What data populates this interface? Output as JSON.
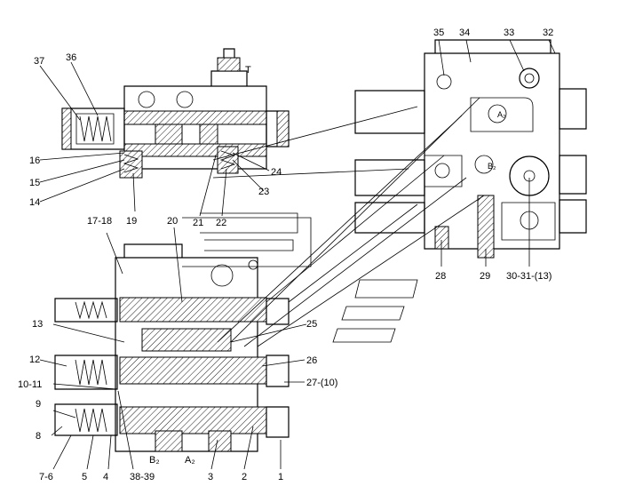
{
  "callouts": {
    "l37": "37",
    "l36": "36",
    "lT": "T",
    "l16": "16",
    "l15": "15",
    "l14": "14",
    "l19": "19",
    "l21": "21",
    "l22": "22",
    "l23": "23",
    "l24": "24",
    "l35": "35",
    "l34": "34",
    "l33": "33",
    "l32": "32",
    "l28": "28",
    "l29": "29",
    "l30": "30-31-(13)",
    "l17": "17-18",
    "l20": "20",
    "l13": "13",
    "l25": "25",
    "l12": "12",
    "l10": "10-11",
    "l9": "9",
    "l8": "8",
    "l26": "26",
    "l27": "27-(10)",
    "l76": "7-6",
    "l5": "5",
    "l4": "4",
    "l3839": "38-39",
    "l3": "3",
    "l2": "2",
    "l1": "1",
    "lB2": "B₂",
    "lA2": "A₂",
    "lA2top": "A₂",
    "lB2top": "B₂"
  }
}
